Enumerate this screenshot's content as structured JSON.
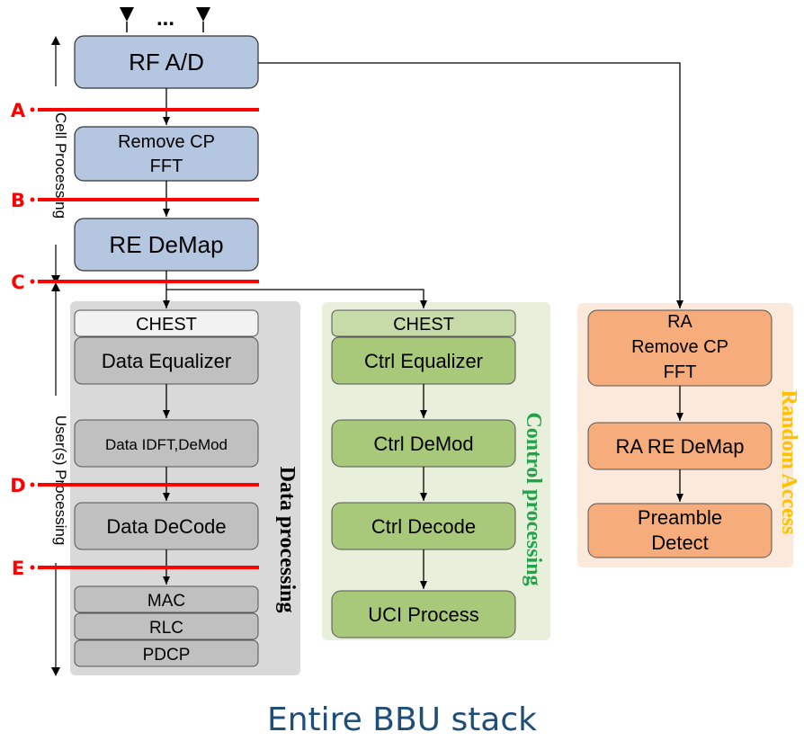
{
  "top_dots": "...",
  "cell_blocks": {
    "rf_ad": "RF A/D",
    "remove_cp": [
      "Remove CP",
      "FFT"
    ],
    "re_demap": "RE DeMap"
  },
  "cut_points": [
    "A",
    "B",
    "C",
    "D",
    "E"
  ],
  "side_labels": {
    "cell": "Cell Processing",
    "users": "User(s) Processing"
  },
  "data_processing": {
    "title": "Data processing",
    "chest": "CHEST",
    "equalizer": "Data Equalizer",
    "idft": "Data IDFT,DeMod",
    "decode": "Data DeCode",
    "mac": "MAC",
    "rlc": "RLC",
    "pdcp": "PDCP"
  },
  "control_processing": {
    "title": "Control processing",
    "chest": "CHEST",
    "equalizer": "Ctrl Equalizer",
    "demod": "Ctrl DeMod",
    "decode": "Ctrl Decode",
    "uci": "UCI Process"
  },
  "random_access": {
    "title": "Random Access",
    "remove_cp": [
      "RA",
      "Remove CP",
      "FFT"
    ],
    "re_demap": "RA RE DeMap",
    "preamble": [
      "Preamble",
      "Detect"
    ]
  },
  "caption": "Entire BBU stack",
  "colors": {
    "cell_block": "#b4c6e0",
    "data_panel": "#d9d9d9",
    "data_block": "#c0c0c0",
    "ctrl_panel": "#e8f0dc",
    "ctrl_block": "#a9c97a",
    "ra_panel": "#fbe9dc",
    "ra_block": "#f6ad7b",
    "cut_line": "#ff0000",
    "ctrl_title": "#22a34a",
    "ra_title": "#ffc000",
    "caption": "#1f4e79"
  }
}
